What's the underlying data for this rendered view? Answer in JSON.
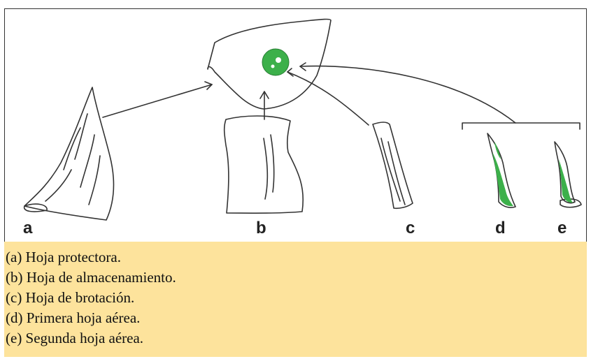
{
  "figure": {
    "labels": [
      "a",
      "b",
      "c",
      "d",
      "e"
    ],
    "colors": {
      "line": "#333333",
      "leaf_green": "#3cb04a",
      "caption_bg": "#fde39c"
    }
  },
  "caption": {
    "lines": [
      "(a) Hoja protectora.",
      "(b) Hoja de almacenamiento.",
      "(c) Hoja de brotación.",
      "(d) Primera hoja aérea.",
      "(e) Segunda hoja aérea."
    ]
  }
}
